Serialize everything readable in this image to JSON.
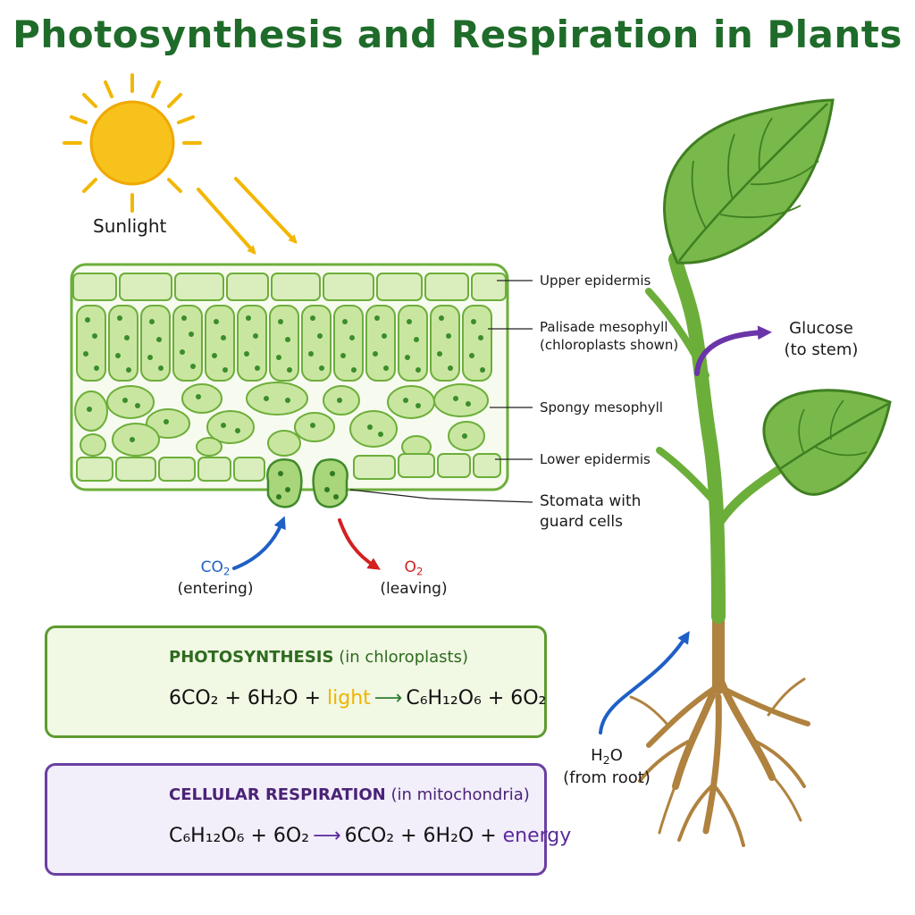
{
  "title": "Photosynthesis and Respiration in Plants",
  "sunlight_label": "Sunlight",
  "leaf_labels": {
    "upper_epidermis": "Upper epidermis",
    "palisade_line1": "Palisade mesophyll",
    "palisade_line2": "(chloroplasts shown)",
    "spongy": "Spongy mesophyll",
    "lower_epidermis": "Lower epidermis",
    "stomata_line1": "Stomata with",
    "stomata_line2": "guard cells"
  },
  "gas_labels": {
    "co2_main": "CO",
    "co2_sub": "2",
    "co2_note": "(entering)",
    "o2_main": "O",
    "o2_sub": "2",
    "o2_note": "(leaving)"
  },
  "plant_labels": {
    "glucose_line1": "Glucose",
    "glucose_line2": "(to stem)",
    "h2o_h": "H",
    "h2o_sub": "2",
    "h2o_o": "O",
    "h2o_note": "(from root)"
  },
  "photosynthesis": {
    "heading": "PHOTOSYNTHESIS",
    "location": "(in chloroplasts)",
    "eq_left": "6CO₂ + 6H₂O + ",
    "eq_highlight": "light",
    "eq_arrow": "⟶",
    "eq_right": "C₆H₁₂O₆ + 6O₂"
  },
  "respiration": {
    "heading": "CELLULAR RESPIRATION",
    "location": "(in mitochondria)",
    "eq_left": "C₆H₁₂O₆ + 6O₂",
    "eq_arrow": "⟶",
    "eq_right": "6CO₂ + 6H₂O + ",
    "eq_highlight": "energy"
  },
  "colors": {
    "title": "#1f6b2a",
    "sun": "#f7c21b",
    "leaf_green": "#6cae3a",
    "cell_fill": "#c9e6a0",
    "chloroplast": "#3a8d2a",
    "co2_arrow": "#1f5fc6",
    "o2_arrow": "#d32020",
    "glucose_arrow": "#6a35a8",
    "root": "#b0823f"
  }
}
